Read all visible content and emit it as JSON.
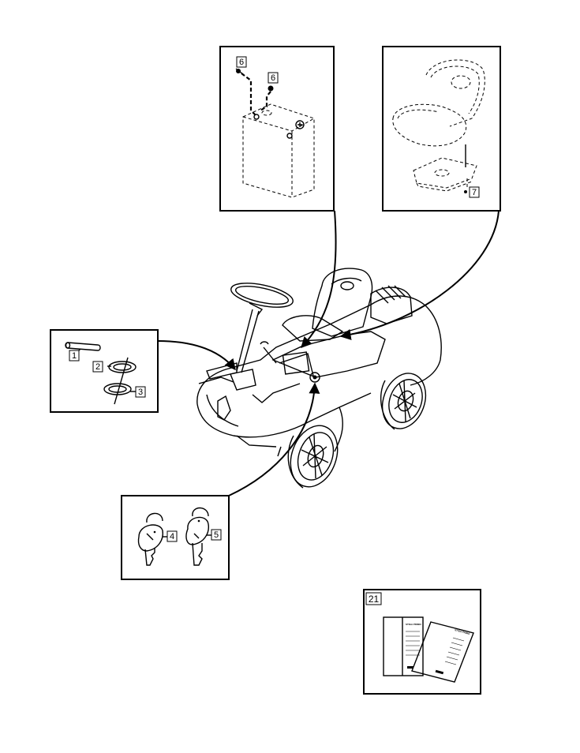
{
  "callouts": {
    "c1": "1",
    "c2": "2",
    "c3": "3",
    "c4": "4",
    "c5": "5",
    "c6a": "6",
    "c6b": "6",
    "c7": "7",
    "c21": "21"
  },
  "manuals": {
    "back_cover_text": "STIGA PRIMO",
    "front_cover_text": "STIGA PRIMO"
  },
  "colors": {
    "line": "#000000",
    "background": "#ffffff"
  }
}
